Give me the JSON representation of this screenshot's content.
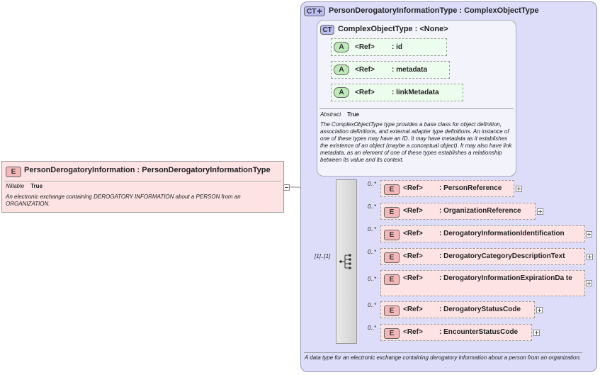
{
  "element": {
    "badge": "E",
    "name": "PersonDerogatoryInformation",
    "type": ": PersonDerogatoryInformationType",
    "nillable_label": "Nillable",
    "nillable_value": "True",
    "description": "An electronic exchange containing DEROGATORY INFORMATION about a PERSON from an ORGANIZATION."
  },
  "complex_type": {
    "badge": "CT",
    "name": "PersonDerogatoryInformationType",
    "base": ": ComplexObjectType",
    "description": "A data type for an electronic exchange containing derogatory information about a person from an organization."
  },
  "base_type": {
    "badge": "CT",
    "name": "ComplexObjectType",
    "base": ": <None>",
    "abstract_label": "Abstract",
    "abstract_value": "True",
    "description": "The ComplexObjectType type provides a base class for object definition, association definitions, and external adapter type definitions. An instance of one of these types may have an ID. It may have metadata as it establishes the existence of an object (maybe a conceptual object). It may also have link metadata, as an element of one of these types establishes a relationship between its value and its context.",
    "attributes": [
      {
        "badge": "A",
        "ref": "<Ref>",
        "name": ": id"
      },
      {
        "badge": "A",
        "ref": "<Ref>",
        "name": ": metadata"
      },
      {
        "badge": "A",
        "ref": "<Ref>",
        "name": ": linkMetadata"
      }
    ]
  },
  "sequence": {
    "occurrence": "[1]..[1]"
  },
  "children": [
    {
      "badge": "E",
      "ref": "<Ref>",
      "name": ": PersonReference",
      "occ": "0..*"
    },
    {
      "badge": "E",
      "ref": "<Ref>",
      "name": ": OrganizationReference",
      "occ": "0..*"
    },
    {
      "badge": "E",
      "ref": "<Ref>",
      "name": ": DerogatoryInformationIdentification",
      "occ": "0..*"
    },
    {
      "badge": "E",
      "ref": "<Ref>",
      "name": ": DerogatoryCategoryDescriptionText",
      "occ": "0..*"
    },
    {
      "badge": "E",
      "ref": "<Ref>",
      "name": ": DerogatoryInformationExpirationDa te",
      "occ": "0..*"
    },
    {
      "badge": "E",
      "ref": "<Ref>",
      "name": ": DerogatoryStatusCode",
      "occ": "0..*"
    },
    {
      "badge": "E",
      "ref": "<Ref>",
      "name": ": EncounterStatusCode",
      "occ": "0..*"
    }
  ]
}
